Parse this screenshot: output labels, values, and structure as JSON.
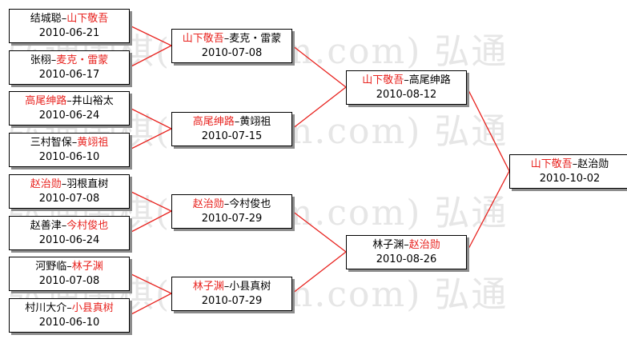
{
  "colors": {
    "winner": "#e8231f",
    "connector": "#e8231f",
    "box_border": "#000000",
    "shadow": "#8c8c8c",
    "watermark": "#e6e6e6"
  },
  "watermark": {
    "lines": [
      "弘通围棋(hootom.com) 弘通",
      "弘通围棋(hootom.com) 弘通",
      "弘通围棋(hootom.com) 弘通",
      "弘通围棋(hootom.com) 弘通"
    ]
  },
  "bracket": {
    "round1": [
      {
        "p1": "结城聪",
        "p2": "山下敬吾",
        "winner": 2,
        "date": "2010-06-21"
      },
      {
        "p1": "张栩",
        "p2": "麦克・雷蒙",
        "winner": 2,
        "date": "2010-06-17"
      },
      {
        "p1": "高尾绅路",
        "p2": "井山裕太",
        "winner": 1,
        "date": "2010-06-24"
      },
      {
        "p1": "三村智保",
        "p2": "黄翊祖",
        "winner": 2,
        "date": "2010-06-10"
      },
      {
        "p1": "赵治勋",
        "p2": "羽根直树",
        "winner": 1,
        "date": "2010-07-08"
      },
      {
        "p1": "赵善津",
        "p2": "今村俊也",
        "winner": 2,
        "date": "2010-06-24"
      },
      {
        "p1": "河野临",
        "p2": "林子渊",
        "winner": 2,
        "date": "2010-07-08"
      },
      {
        "p1": "村川大介",
        "p2": "小县真树",
        "winner": 2,
        "date": "2010-06-10"
      }
    ],
    "round2": [
      {
        "p1": "山下敬吾",
        "p2": "麦克・雷蒙",
        "winner": 1,
        "date": "2010-07-08"
      },
      {
        "p1": "高尾绅路",
        "p2": "黄翊祖",
        "winner": 1,
        "date": "2010-07-15"
      },
      {
        "p1": "赵治勋",
        "p2": "今村俊也",
        "winner": 1,
        "date": "2010-07-29"
      },
      {
        "p1": "林子渊",
        "p2": "小县真树",
        "winner": 1,
        "date": "2010-07-29"
      }
    ],
    "semifinal": [
      {
        "p1": "山下敬吾",
        "p2": "高尾绅路",
        "winner": 1,
        "date": "2010-08-12"
      },
      {
        "p1": "林子渊",
        "p2": "赵治勋",
        "winner": 2,
        "date": "2010-08-26"
      }
    ],
    "final": [
      {
        "p1": "山下敬吾",
        "p2": "赵治勋",
        "winner": 1,
        "date": "2010-10-02"
      }
    ],
    "separator": "–"
  }
}
